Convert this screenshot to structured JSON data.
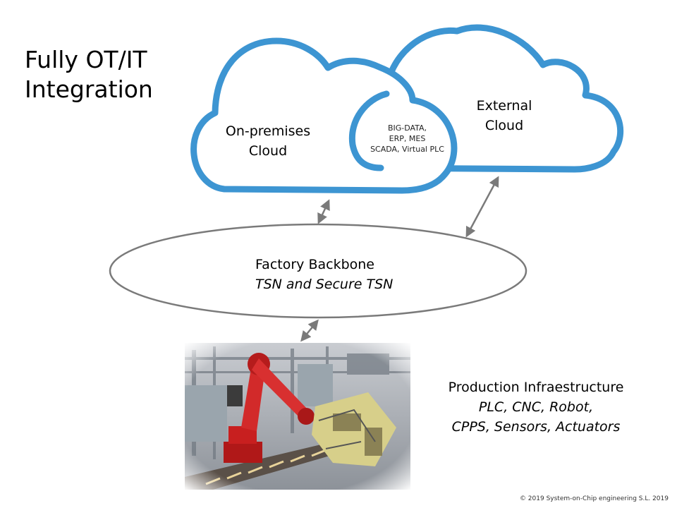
{
  "title": {
    "line1": "Fully OT/IT",
    "line2": "Integration"
  },
  "clouds": {
    "on_premises": {
      "line1": "On-premises",
      "line2": "Cloud"
    },
    "external": {
      "line1": "External",
      "line2": "Cloud"
    },
    "shared": {
      "line1": "BIG-DATA,",
      "line2": "ERP, MES",
      "line3": "SCADA, Virtual PLC"
    },
    "stroke_color": "#3d95d2"
  },
  "backbone": {
    "title": "Factory Backbone",
    "subtitle": "TSN and Secure TSN",
    "stroke_color": "#7a7a7a"
  },
  "production": {
    "title": "Production Infraestructure",
    "line1": "PLC, CNC, Robot,",
    "line2": "CPPS, Sensors, Actuators",
    "image": "industrial-robot-photo"
  },
  "footer": {
    "copyright": "© 2019 System-on-Chip engineering S.L. 2019"
  }
}
